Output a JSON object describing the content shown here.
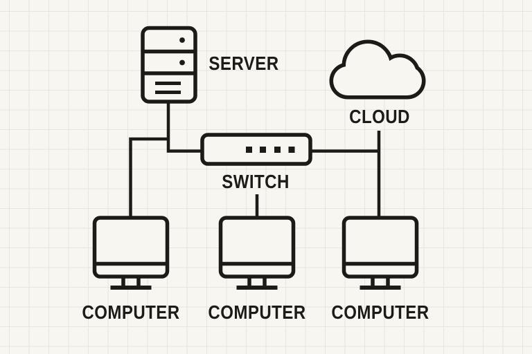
{
  "diagram_type": "network-topology",
  "palette": {
    "ink": "#1d1b18",
    "paper": "#f7f6f1",
    "grid_line": "#e6e5e0"
  },
  "nodes": [
    {
      "id": "server",
      "label": "SERVER",
      "icon": "server-icon"
    },
    {
      "id": "cloud",
      "label": "CLOUD",
      "icon": "cloud-icon"
    },
    {
      "id": "switch",
      "label": "SWITCH",
      "icon": "switch-icon"
    },
    {
      "id": "computer-left",
      "label": "COMPUTER",
      "icon": "computer-icon"
    },
    {
      "id": "computer-middle",
      "label": "COMPUTER",
      "icon": "computer-icon"
    },
    {
      "id": "computer-right",
      "label": "COMPUTER",
      "icon": "computer-icon"
    }
  ],
  "edges": [
    {
      "from": "server",
      "to": "switch"
    },
    {
      "from": "server",
      "to": "computer-left"
    },
    {
      "from": "switch",
      "to": "computer-middle"
    },
    {
      "from": "switch",
      "to": "cloud"
    },
    {
      "from": "cloud",
      "to": "computer-right"
    }
  ]
}
